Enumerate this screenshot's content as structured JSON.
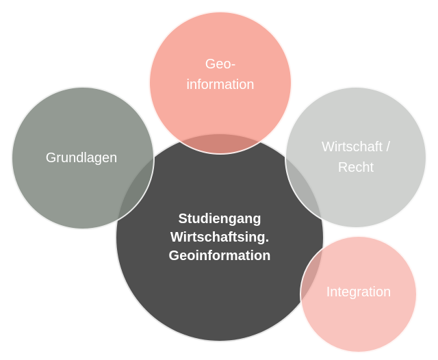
{
  "diagram": {
    "center": {
      "label": "Studiengang\nWirtschaftsing.\nGeoinformation",
      "color": "#404040"
    },
    "grundlagen": {
      "label": "Grundlagen",
      "color": "#808880"
    },
    "geoinformation": {
      "label": "Geo-\ninformation",
      "color": "#F69585"
    },
    "wirtschaft_recht": {
      "label": "Wirtschaft /\nRecht",
      "color": "#C4C7C4"
    },
    "integration": {
      "label": "Integration",
      "color": "#F7B4AC"
    }
  }
}
